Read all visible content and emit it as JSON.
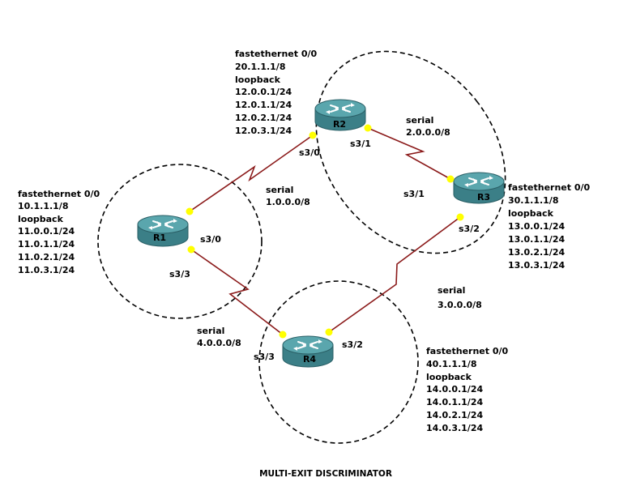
{
  "title": "MULTI-EXIT DISCRIMINATOR",
  "colors": {
    "link": "#8b1a1a",
    "port": "#ffff00",
    "router_top": "#5aa6ad",
    "router_side": "#3b7f87",
    "router_arrow": "#ffffff"
  },
  "routers": {
    "r1": {
      "name": "R1",
      "lines": [
        "fastethernet 0/0",
        "10.1.1.1/8",
        "loopback",
        "11.0.0.1/24",
        "11.0.1.1/24",
        "11.0.2.1/24",
        "11.0.3.1/24"
      ]
    },
    "r2": {
      "name": "R2",
      "lines": [
        "fastethernet 0/0",
        "20.1.1.1/8",
        "loopback",
        "12.0.0.1/24",
        "12.0.1.1/24",
        "12.0.2.1/24",
        "12.0.3.1/24"
      ]
    },
    "r3": {
      "name": "R3",
      "lines": [
        "fastethernet 0/0",
        "30.1.1.1/8",
        "loopback",
        "13.0.0.1/24",
        "13.0.1.1/24",
        "13.0.2.1/24",
        "13.0.3.1/24"
      ]
    },
    "r4": {
      "name": "R4",
      "lines": [
        "fastethernet 0/0",
        "40.1.1.1/8",
        "loopback",
        "14.0.0.1/24",
        "14.0.1.1/24",
        "14.0.2.1/24",
        "14.0.3.1/24"
      ]
    }
  },
  "links": {
    "r1_r2": {
      "type": "serial",
      "network": "1.0.0.0/8",
      "port_a": "s3/0",
      "port_b": "s3/0"
    },
    "r2_r3": {
      "type": "serial",
      "network": "2.0.0.0/8",
      "port_a": "s3/1",
      "port_b": "s3/1"
    },
    "r3_r4": {
      "type": "serial",
      "network": "3.0.0.0/8",
      "port_a": "s3/2",
      "port_b": "s3/2"
    },
    "r1_r4": {
      "type": "serial",
      "network": "4.0.0.0/8",
      "port_a": "s3/3",
      "port_b": "s3/3"
    }
  }
}
